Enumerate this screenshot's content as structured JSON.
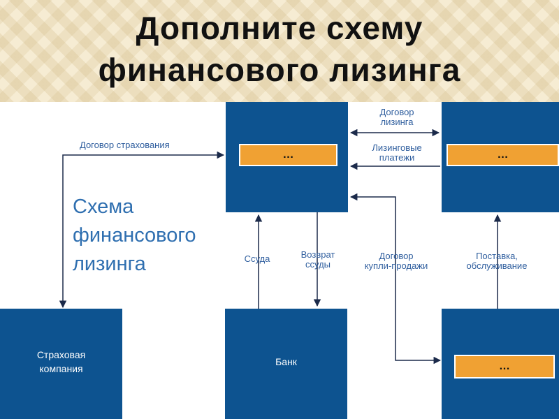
{
  "slide_title_line1": "Дополните схему",
  "slide_title_line2": "финансового лизинга",
  "side_caption": [
    "Схема",
    "финансового",
    "лизинга"
  ],
  "placeholder": "…",
  "boxes": {
    "insurance_company": [
      "Страховая",
      "компания"
    ],
    "bank": "Банк"
  },
  "arrow_labels": {
    "insurance_contract": "Договор страхования",
    "leasing_contract": [
      "Договор",
      "лизинга"
    ],
    "leasing_payments": [
      "Лизинговые",
      "платежи"
    ],
    "loan": "Ссуда",
    "loan_return": [
      "Возврат",
      "ссуды"
    ],
    "sale_contract": [
      "Договор",
      "купли-продажи"
    ],
    "supply_service": [
      "Поставка,",
      "обслуживание"
    ]
  },
  "colors": {
    "box_fill": "#0d5390",
    "slot_fill": "#f0a133",
    "arrow": "#1b2a4a",
    "label_text": "#2f5e9e"
  }
}
